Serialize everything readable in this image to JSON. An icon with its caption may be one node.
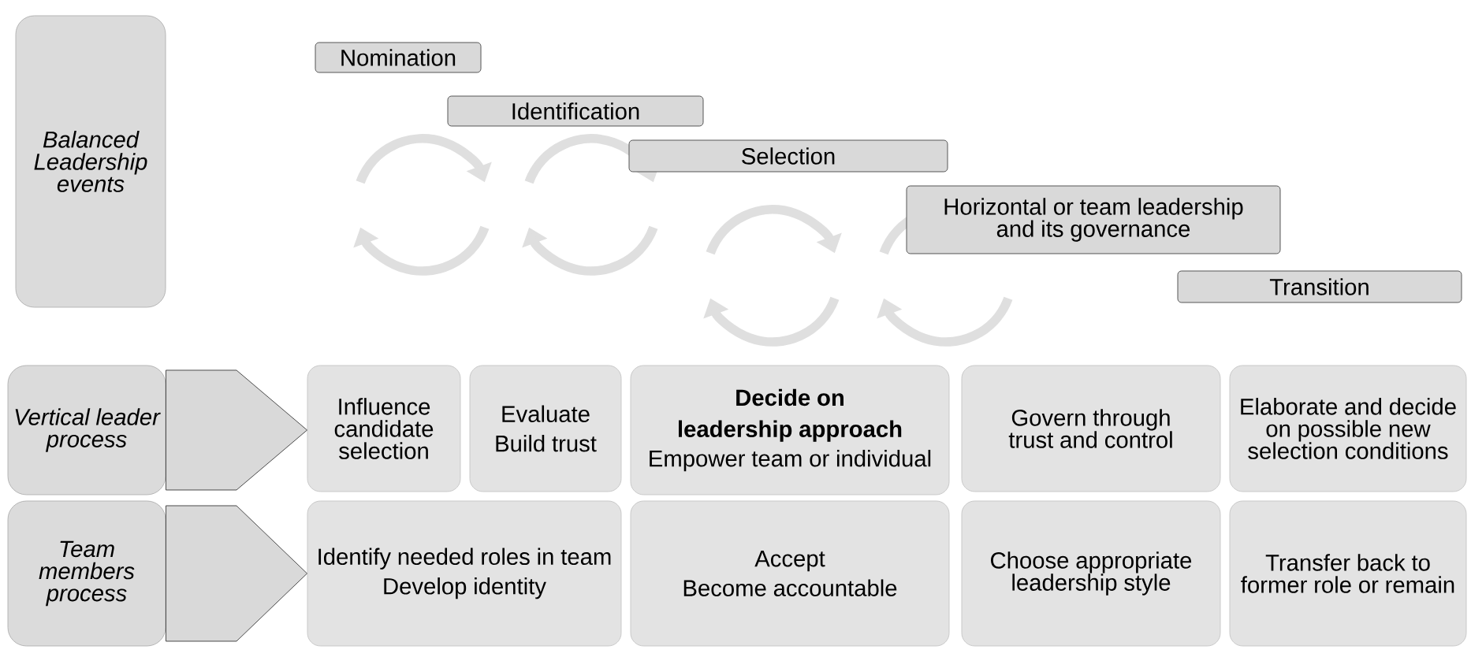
{
  "diagram": {
    "nodes": [
      {
        "text": [
          "Balanced Leadership events"
        ]
      },
      {
        "text": [
          "Nomination"
        ]
      },
      {
        "text": [
          "Identification"
        ]
      },
      {
        "text": [
          "Selection"
        ]
      },
      {
        "text": [
          "Horizontal or team leadership and its governance"
        ]
      },
      {
        "text": [
          "Transition"
        ]
      },
      {
        "text": [
          "Vertical leader process"
        ]
      },
      {
        "text": [
          "Team members process"
        ]
      },
      {
        "text": [
          "Influence candidate selection"
        ]
      },
      {
        "text": [
          "Evaluate",
          "Build trust"
        ]
      },
      {
        "text": [
          "Decide on leadership approach",
          "Empower team or individual"
        ]
      },
      {
        "text": [
          "Govern through trust and control"
        ]
      },
      {
        "text": [
          "Elaborate and decide on possible new selection conditions"
        ]
      },
      {
        "text": [
          "Identify needed roles in team",
          "Develop identity"
        ]
      },
      {
        "text": [
          "Accept",
          "Become accountable"
        ]
      },
      {
        "text": [
          "Choose appropriate leadership style"
        ]
      },
      {
        "text": [
          "Transfer back to former role or remain"
        ]
      }
    ],
    "edges": [
      {
        "from": 6,
        "to": 8,
        "arrow": "to"
      },
      {
        "from": 7,
        "to": 13,
        "arrow": "to"
      }
    ]
  }
}
